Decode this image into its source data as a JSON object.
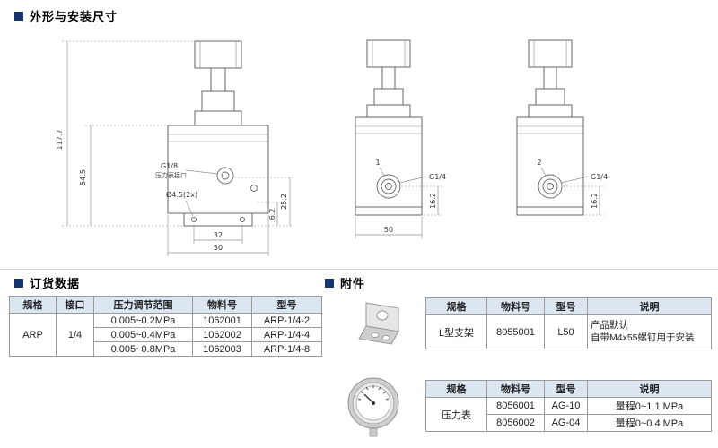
{
  "page": {
    "accent": "#16366b",
    "table_header_bg": "#dce6f1"
  },
  "sections": {
    "dimensions": {
      "title": "外形与安装尺寸"
    },
    "ordering": {
      "title": "订货数据"
    },
    "accessories": {
      "title": "附件"
    }
  },
  "drawings": {
    "front_view": {
      "dim_total_height": "117.7",
      "dim_body_height": "54.5",
      "port_label": "G1/8",
      "port_note": "压力表接口",
      "hole_label": "Ø4.5(2x)",
      "dim_hole_offset": "6.2",
      "dim_port_offset": "25.2",
      "dim_hole_spacing": "32",
      "dim_width": "50"
    },
    "side_view_1": {
      "port_number": "1",
      "port_label": "G1/4",
      "dim_port_height": "16.2",
      "dim_width": "50"
    },
    "side_view_2": {
      "port_number": "2",
      "port_label": "G1/4",
      "dim_port_height": "16.2"
    }
  },
  "ordering_table": {
    "headers": [
      "规格",
      "接口",
      "压力调节范围",
      "物料号",
      "型号"
    ],
    "spec": "ARP",
    "port": "1/4",
    "rows": [
      {
        "range": "0.005~0.2MPa",
        "material": "1062001",
        "model": "ARP-1/4-2"
      },
      {
        "range": "0.005~0.4MPa",
        "material": "1062002",
        "model": "ARP-1/4-4"
      },
      {
        "range": "0.005~0.8MPa",
        "material": "1062003",
        "model": "ARP-1/4-8"
      }
    ]
  },
  "bracket_table": {
    "headers": [
      "规格",
      "物料号",
      "型号",
      "说明"
    ],
    "row": {
      "spec": "L型支架",
      "material": "8055001",
      "model": "L50",
      "desc_line1": "产品默认",
      "desc_line2": "自带M4x55螺钉用于安装"
    }
  },
  "gauge_table": {
    "headers": [
      "规格",
      "物料号",
      "型号",
      "说明"
    ],
    "spec": "压力表",
    "rows": [
      {
        "material": "8056001",
        "model": "AG-10",
        "desc": "量程0~1.1 MPa"
      },
      {
        "material": "8056002",
        "model": "AG-04",
        "desc": "量程0~0.4 MPa"
      }
    ]
  }
}
